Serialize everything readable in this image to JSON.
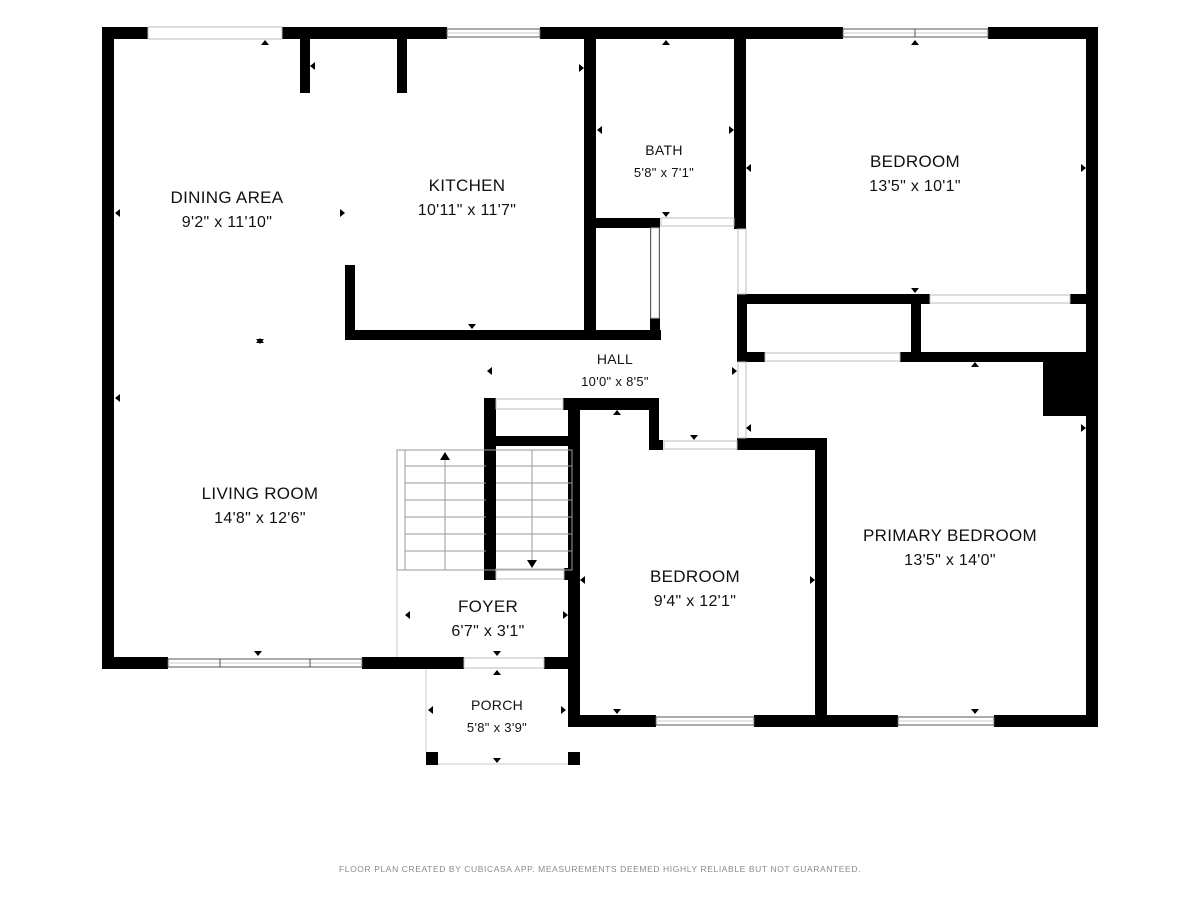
{
  "rooms": {
    "dining": {
      "name": "DINING AREA",
      "dims": "9'2\" x 11'10\""
    },
    "kitchen": {
      "name": "KITCHEN",
      "dims": "10'11\" x 11'7\""
    },
    "bath": {
      "name": "BATH",
      "dims": "5'8\" x 7'1\""
    },
    "bedroom_top": {
      "name": "BEDROOM",
      "dims": "13'5\" x 10'1\""
    },
    "hall": {
      "name": "HALL",
      "dims": "10'0\" x 8'5\""
    },
    "living": {
      "name": "LIVING ROOM",
      "dims": "14'8\" x 12'6\""
    },
    "bedroom_mid": {
      "name": "BEDROOM",
      "dims": "9'4\" x 12'1\""
    },
    "primary": {
      "name": "PRIMARY BEDROOM",
      "dims": "13'5\" x 14'0\""
    },
    "foyer": {
      "name": "FOYER",
      "dims": "6'7\" x 3'1\""
    },
    "porch": {
      "name": "PORCH",
      "dims": "5'8\" x 3'9\""
    }
  },
  "footer": "FLOOR PLAN CREATED BY CUBICASA APP. MEASUREMENTS DEEMED HIGHLY RELIABLE BUT NOT GUARANTEED.",
  "colors": {
    "wall": "#000000",
    "background": "#ffffff",
    "footer_text": "#8a8a8a"
  }
}
